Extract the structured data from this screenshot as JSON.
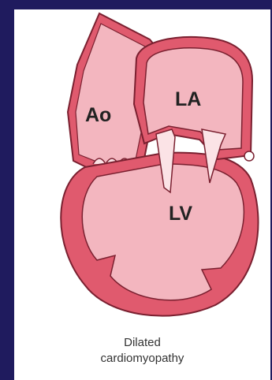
{
  "diagram": {
    "labels": {
      "aorta": "Ao",
      "left_atrium": "LA",
      "left_ventricle": "LV"
    },
    "caption": {
      "line1": "Dilated",
      "line2": "cardiomyopathy"
    },
    "colors": {
      "background": "#1f1b5e",
      "panel": "#ffffff",
      "wall": "#e05a6e",
      "wall_outline": "#7a2030",
      "chamber": "#f3b6bf",
      "valve": "#fbe3e6"
    }
  }
}
